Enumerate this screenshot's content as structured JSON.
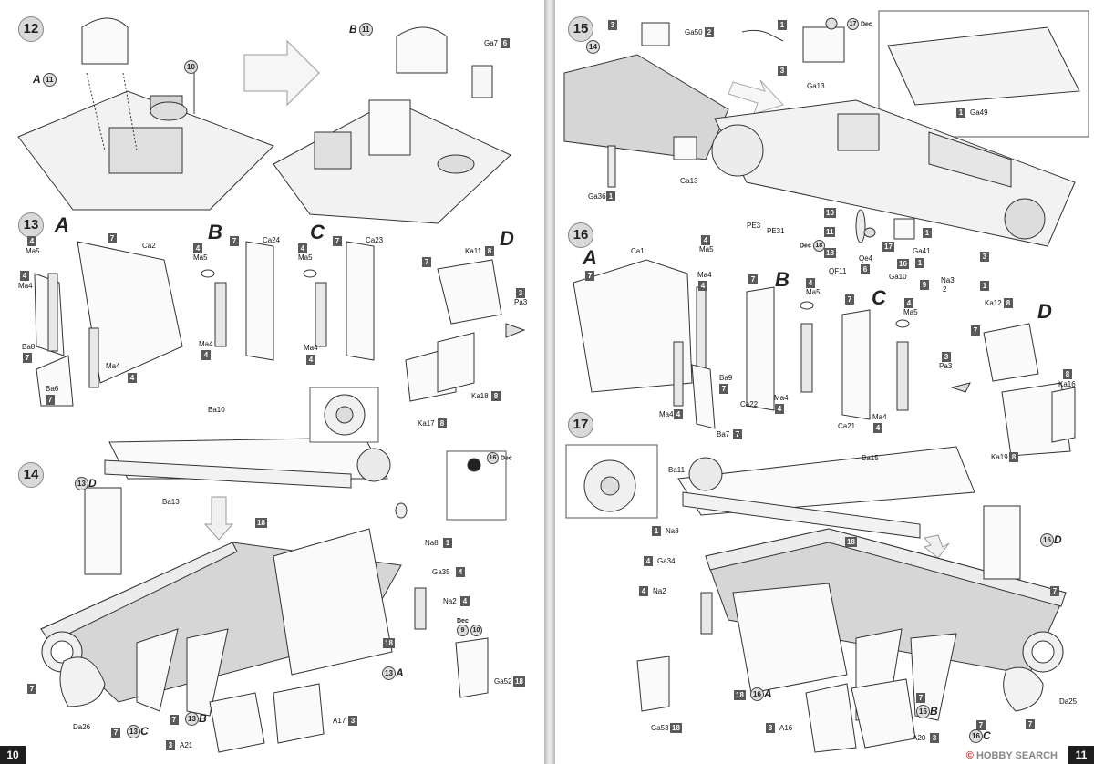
{
  "left_page": {
    "page_number": "10",
    "steps": {
      "s12": "12",
      "s13": "13",
      "s14": "14"
    },
    "step12": {
      "ref_a": "A",
      "ref_a_num": "11",
      "ref_b": "B",
      "ref_b_num": "11",
      "part_10": "10",
      "ga7": "Ga7",
      "ga7_qty": "6"
    },
    "step13": {
      "sub_a": "A",
      "sub_b": "B",
      "sub_c": "C",
      "sub_d": "D",
      "a_ma5_qty": "4",
      "a_ma5": "Ma5",
      "a_ma4_qty": "4",
      "a_ma4": "Ma4",
      "a_ba8": "Ba8",
      "a_ba8_qty": "7",
      "a_ba6": "Ba6",
      "a_ba6_qty": "7",
      "a_ca2": "Ca2",
      "a_ca2_qty": "7",
      "a_ma4b": "Ma4",
      "a_ma4b_qty": "4",
      "b_ma5_qty": "4",
      "b_ma5": "Ma5",
      "b_qty7": "7",
      "b_ca24": "Ca24",
      "b_ma4": "Ma4",
      "b_ma4_qty": "4",
      "c_ma5_qty": "4",
      "c_ma5": "Ma5",
      "c_qty7": "7",
      "c_ca23": "Ca23",
      "c_ma4": "Ma4",
      "c_ma4_qty": "4",
      "d_ka11": "Ka11",
      "d_ka11_qty": "8",
      "d_qty7": "7",
      "d_pa3_qty": "3",
      "d_pa3": "Pa3",
      "d_ka18": "Ka18",
      "d_ka18_qty": "8",
      "d_ka17": "Ka17",
      "d_ka17_qty": "8"
    },
    "step14": {
      "ba10": "Ba10",
      "ba13": "Ba13",
      "ref_13d": "13",
      "ref_13d_sub": "D",
      "dec16": "16",
      "dec16_txt": "Dec",
      "na8": "Na8",
      "na8_qty": "1",
      "ga35": "Ga35",
      "ga35_qty": "4",
      "na2": "Na2",
      "na2_qty": "4",
      "qty18a": "18",
      "qty18b": "18",
      "ref_13a": "13",
      "ref_13a_sub": "A",
      "dec9": "9",
      "dec10": "10",
      "dec_txt": "Dec",
      "ga52": "Ga52",
      "ga52_qty": "18",
      "da26": "Da26",
      "qty7a": "7",
      "qty7c": "7",
      "ref_13c": "13",
      "ref_13c_sub": "C",
      "qty7b": "7",
      "ref_13b": "13",
      "ref_13b_sub": "B",
      "a21_qty": "3",
      "a21": "A21",
      "a17": "A17",
      "a17_qty": "3"
    }
  },
  "right_page": {
    "page_number": "11",
    "steps": {
      "s15": "15",
      "s16": "16",
      "s17": "17"
    },
    "step15": {
      "qty3": "3",
      "ga50": "Ga50",
      "ga50_qty": "2",
      "ref14": "14",
      "qty1": "1",
      "dec17": "17",
      "dec17_txt": "Dec",
      "ga13_qty": "3",
      "ga13": "Ga13",
      "ga49_qty": "1",
      "ga49": "Ga49",
      "ga13b": "Ga13",
      "ga36": "Ga36",
      "ga36_qty": "1",
      "pe3": "PE3",
      "pe31": "PE31",
      "qty10": "10",
      "qty11": "11",
      "dec18": "18",
      "dec18_txt": "Dec",
      "qf11": "QF11",
      "qe4": "Qe4",
      "qe4_qty": "6",
      "qty18": "18",
      "qty17": "17",
      "qty16": "16",
      "ga10": "Ga10",
      "ga41": "Ga41",
      "ga41_qty": "1",
      "qty1b": "1",
      "qty9": "9",
      "na3": "Na3",
      "na3_qty": "2",
      "qty3b": "3",
      "qty1c": "1"
    },
    "step16": {
      "sub_a": "A",
      "sub_b": "B",
      "sub_c": "C",
      "sub_d": "D",
      "a_ca1": "Ca1",
      "a_qty7": "7",
      "a_ma5_qty": "4",
      "a_ma5": "Ma5",
      "a_ma4": "Ma4",
      "a_ma4_qty": "4",
      "a_ba9": "Ba9",
      "a_ba9_qty": "7",
      "a_ma4b": "Ma4",
      "a_ma4b_qty": "4",
      "a_ba7": "Ba7",
      "a_ba7_qty": "7",
      "b_qty7": "7",
      "b_ma5_qty": "4",
      "b_ma5": "Ma5",
      "b_ca22": "Ca22",
      "b_ma4": "Ma4",
      "b_ma4_qty": "4",
      "c_qty7": "7",
      "c_ma5_qty": "4",
      "c_ma5": "Ma5",
      "c_ca21": "Ca21",
      "c_ma4": "Ma4",
      "c_ma4_qty": "4",
      "d_ka12": "Ka12",
      "d_ka12_qty": "8",
      "d_qty7": "7",
      "d_pa3_qty": "3",
      "d_pa3": "Pa3",
      "d_ka16_qty": "8",
      "d_ka16": "Ka16",
      "d_ka19": "Ka19",
      "d_ka19_qty": "8"
    },
    "step17": {
      "ba11": "Ba11",
      "ba15": "Ba15",
      "na8_qty": "1",
      "na8": "Na8",
      "ga34_qty": "4",
      "ga34": "Ga34",
      "na2_qty": "4",
      "na2": "Na2",
      "qty18": "18",
      "ref16d": "16",
      "ref16d_sub": "D",
      "qty7a": "7",
      "ga53": "Ga53",
      "ga53_qty": "18",
      "qty18b": "18",
      "ref16a": "16",
      "ref16a_sub": "A",
      "a16_qty": "3",
      "a16": "A16",
      "qty7b": "7",
      "ref16b": "16",
      "ref16b_sub": "B",
      "a20": "A20",
      "a20_qty": "3",
      "qty7c": "7",
      "ref16c": "16",
      "ref16c_sub": "C",
      "da25": "Da25",
      "qty7d": "7"
    },
    "watermark": {
      "prefix": "©",
      "brand": "HOBBY SEARCH"
    }
  }
}
